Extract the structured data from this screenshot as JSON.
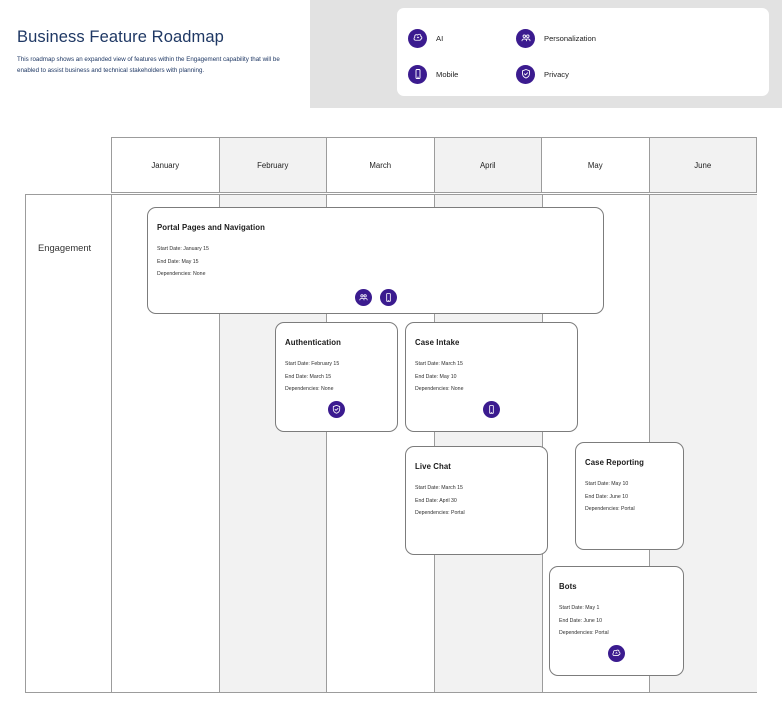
{
  "header": {
    "title": "Business Feature Roadmap",
    "subtitle": "This roadmap shows  an expanded view of features within the Engagement capability that will be enabled to assist business and technical stakeholders with planning.",
    "title_color": "#1f3864",
    "banner_color": "#e2e2e2"
  },
  "legend": {
    "items": [
      {
        "label": "AI",
        "icon": "ai-brain-icon"
      },
      {
        "label": "Personalization",
        "icon": "personalization-people-icon"
      },
      {
        "label": "Mobile",
        "icon": "mobile-phone-icon"
      },
      {
        "label": "Privacy",
        "icon": "privacy-shield-check-icon"
      }
    ],
    "icon_color": "#3b1b8f"
  },
  "timeline": {
    "months": [
      "January",
      "February",
      "March",
      "April",
      "May",
      "June"
    ]
  },
  "swimlane": {
    "label": "Engagement"
  },
  "cards": [
    {
      "title": "Portal Pages and Navigation",
      "start_label": "Start Date: January 15",
      "end_label": "End Date: May 15",
      "dependencies_label": "Dependencies:  None",
      "icons": [
        "personalization-people-icon",
        "mobile-phone-icon"
      ]
    },
    {
      "title": "Authentication",
      "start_label": "Start Date: February 15",
      "end_label": "End Date: March 15",
      "dependencies_label": "Dependencies: None",
      "icons": [
        "privacy-shield-check-icon"
      ]
    },
    {
      "title": "Case Intake",
      "start_label": "Start Date: March 15",
      "end_label": "End Date: May 10",
      "dependencies_label": "Dependencies: None",
      "icons": [
        "mobile-phone-icon"
      ]
    },
    {
      "title": "Live Chat",
      "start_label": "Start Date: March 15",
      "end_label": "End Date:  April 30",
      "dependencies_label": "Dependencies: Portal",
      "icons": []
    },
    {
      "title": "Case Reporting",
      "start_label": "Start Date: May 10",
      "end_label": "End Date:  June 10",
      "dependencies_label": "Dependencies: Portal",
      "icons": []
    },
    {
      "title": "Bots",
      "start_label": "Start Date:  May 1",
      "end_label": "End Date: June 10",
      "dependencies_label": "Dependencies: Portal",
      "icons": [
        "ai-brain-icon"
      ]
    }
  ]
}
